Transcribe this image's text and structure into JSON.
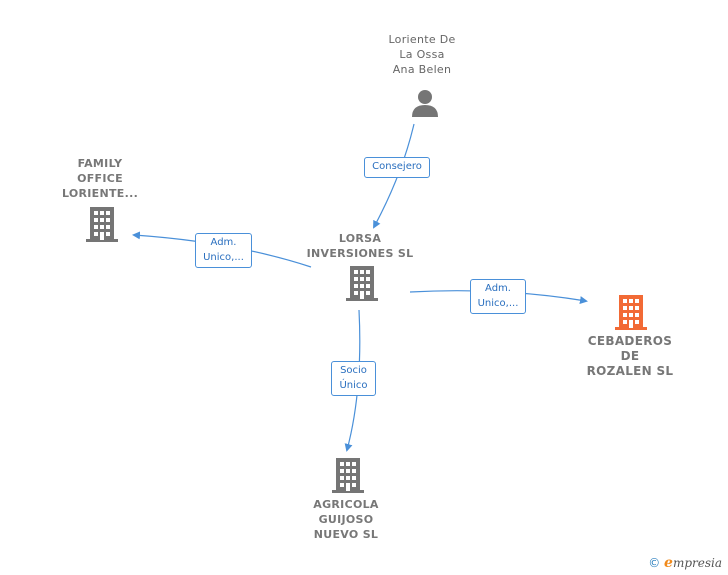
{
  "nodes": {
    "person": {
      "lines": [
        "Loriente De",
        "La Ossa",
        "Ana Belen"
      ],
      "icon": "person-icon"
    },
    "family_office": {
      "lines": [
        "FAMILY",
        "OFFICE",
        "LORIENTE..."
      ],
      "icon": "building-icon"
    },
    "lorsa": {
      "lines": [
        "LORSA",
        "INVERSIONES SL"
      ],
      "icon": "building-icon"
    },
    "cebaderos": {
      "lines": [
        "CEBADEROS",
        "DE",
        "ROZALEN  SL"
      ],
      "icon": "building-icon-highlighted"
    },
    "agricola": {
      "lines": [
        "AGRICOLA",
        "GUIJOSO",
        "NUEVO SL"
      ],
      "icon": "building-icon"
    }
  },
  "edges": {
    "consejero": {
      "lines": [
        "Consejero"
      ]
    },
    "adm_family": {
      "lines": [
        "Adm.",
        "Unico,..."
      ]
    },
    "adm_cebaderos": {
      "lines": [
        "Adm.",
        "Unico,..."
      ]
    },
    "socio": {
      "lines": [
        "Socio",
        "Único"
      ]
    }
  },
  "colors": {
    "edge": "#4a90d9",
    "node_icon": "#757575",
    "highlight": "#f26a35"
  },
  "footer": {
    "copyright": "©",
    "brand_initial": "e",
    "brand_rest": "mpresia"
  }
}
